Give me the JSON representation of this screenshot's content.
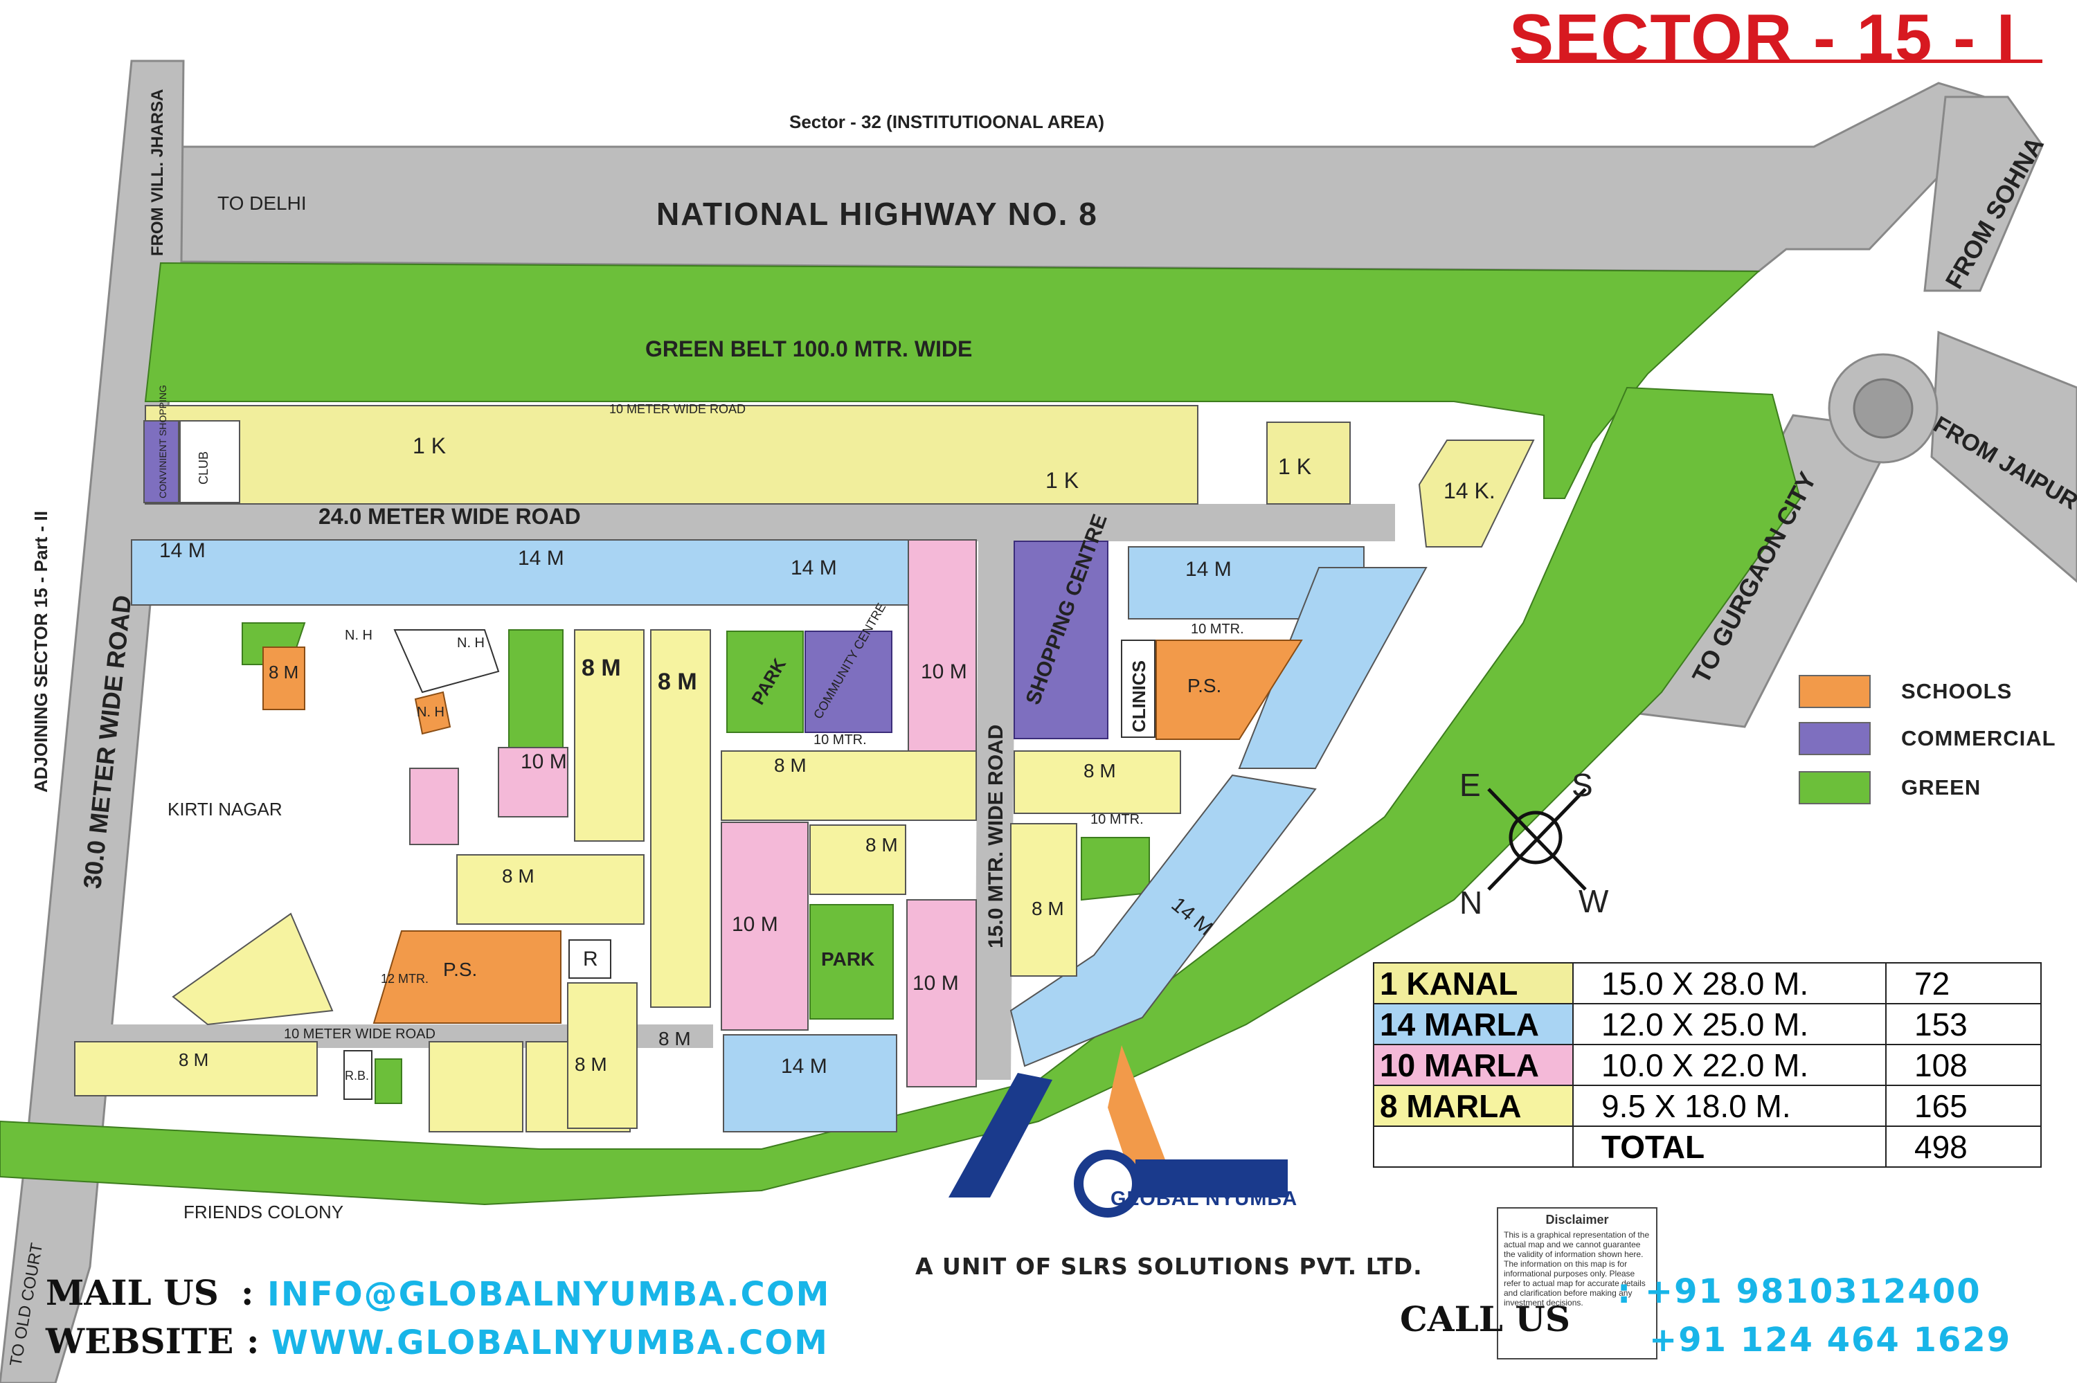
{
  "title": "SECTOR - 15 - I",
  "roads": {
    "top_area": "Sector - 32 (INSTITUTIOONAL  AREA)",
    "nh8": "NATIONAL HIGHWAY NO. 8",
    "to_delhi": "TO DELHI",
    "from_jharsa": "FROM VILL. JHARSA",
    "from_sohna": "FROM SOHNA",
    "from_jaipur": "FROM JAIPUR",
    "to_gurgaon": "TO GURGAON CITY",
    "wide30": "30.0 METER WIDE ROAD",
    "adjoining": "ADJOINING SECTOR 15 - Part - II",
    "to_court": "TO OLD COURT",
    "road24": "24.0 METER WIDE ROAD",
    "road15": "15.0 MTR. WIDE ROAD",
    "road10_top": "10      METER       WIDE        ROAD",
    "road10_bottom": "10  METER     WIDE      ROAD",
    "mtr10": "10 MTR.",
    "mtr12": "12    MTR."
  },
  "zones": {
    "green_belt": "GREEN BELT 100.0 MTR. WIDE",
    "kirti_nagar": "KIRTI NAGAR",
    "friends_colony": "FRIENDS COLONY",
    "park": "PARK",
    "community": "COMMUNITY CENTRE",
    "shopping": "SHOPPING CENTRE",
    "clinics": "CLINICS",
    "ps": "P.S.",
    "club": "CLUB",
    "convenient": "CONVINIENT SHOPPING",
    "nh": "N. H",
    "r": "R",
    "rb": "R.B."
  },
  "plots": {
    "k1": "1 K",
    "m14": "14 M",
    "m10": "10 M",
    "m8": "8 M",
    "k14": "14 K."
  },
  "legend": [
    {
      "label": "SCHOOLS",
      "color": "#f29a4a"
    },
    {
      "label": "COMMERCIAL",
      "color": "#7e6fbf"
    },
    {
      "label": "GREEN",
      "color": "#6cbf3a"
    }
  ],
  "compass": {
    "e": "E",
    "s": "S",
    "n": "N",
    "w": "W"
  },
  "area_table": [
    {
      "type": "1 KANAL",
      "size": "15.0 X 28.0 M.",
      "count": "72",
      "color": "#f1ee9c"
    },
    {
      "type": "14 MARLA",
      "size": "12.0 X 25.0 M.",
      "count": "153",
      "color": "#a9d4f3"
    },
    {
      "type": "10 MARLA",
      "size": "10.0 X 22.0 M.",
      "count": "108",
      "color": "#f4b9d8"
    },
    {
      "type": "8 MARLA",
      "size": "9.5 X 18.0 M.",
      "count": "165",
      "color": "#f6f3a0"
    },
    {
      "type": "",
      "size": "TOTAL",
      "count": "498",
      "color": "#ffffff"
    }
  ],
  "brand": {
    "name": "GLOBAL NYUMBA",
    "unit": "A UNIT OF SLRS SOLUTIONS PVT. LTD."
  },
  "contact": {
    "mail_label": "MAIL US",
    "mail_sep": ":",
    "mail": "INFO@GLOBALNYUMBA.COM",
    "web_label": "WEBSITE",
    "web_sep": ":",
    "web": "WWW.GLOBALNYUMBA.COM",
    "call_label": "CALL US",
    "phone1": ": +91 9810312400",
    "phone2": "+91 124 464 1629"
  },
  "disclaimer": {
    "heading": "Disclaimer",
    "text": "This is a graphical representation of the actual map and we cannot guarantee the validity of information shown here. The information on this map is for informational purposes only. Please refer to actual map for accurate details and clarification before making any investment decisions."
  },
  "colors": {
    "road": "#bdbdbd",
    "green": "#6cbf3a",
    "kanal": "#f1ee9c",
    "marla14": "#a9d4f3",
    "marla10": "#f4b9d8",
    "marla8": "#f6f3a0",
    "school": "#f29a4a",
    "commercial": "#7e6fbf",
    "accent": "#d71920",
    "cyan": "#18b5e8"
  }
}
